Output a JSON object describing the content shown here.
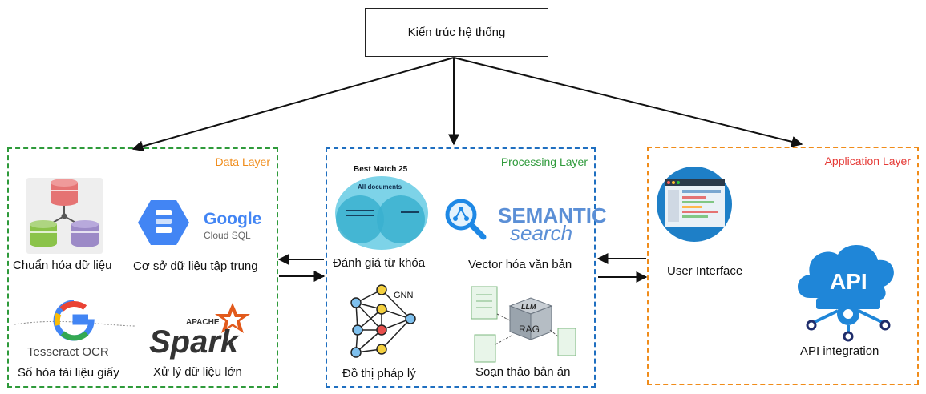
{
  "root": {
    "label": "Kiến trúc hệ thống"
  },
  "layers": {
    "data": {
      "title": "Data Layer",
      "title_color": "#f08c1a",
      "border_color": "#2e9a3a",
      "items": {
        "normalize": "Chuẩn hóa dữ liệu",
        "central_db": "Cơ sở dữ liệu tập  trung",
        "digitize": "Số hóa  tài liệu giấy",
        "big_data": "Xử lý dữ liệu lớn"
      },
      "logos": {
        "google": "Google",
        "cloud_sql": "Cloud SQL",
        "tesseract": "Tesseract OCR",
        "apache": "APACHE",
        "spark": "Spark"
      }
    },
    "processing": {
      "title": "Processing Layer",
      "title_color": "#2e9a3a",
      "border_color": "#1f6fc0",
      "items": {
        "keyword_eval": "Đánh giá từ khóa",
        "vectorize": "Vector hóa văn bản",
        "legal_graph": "Đồ thị pháp lý",
        "draft_verdict": "Soạn thảo bản án"
      },
      "logos": {
        "bm25_title": "Best Match 25",
        "all_documents": "All documents",
        "semantic": "SEMANTIC",
        "search": "search",
        "gnn": "GNN",
        "llm": "LLM",
        "rag": "RAG"
      }
    },
    "application": {
      "title": "Application Layer",
      "title_color": "#e53935",
      "border_color": "#f08c1a",
      "items": {
        "ui": "User Interface",
        "api_integration": "API integration"
      },
      "logos": {
        "api": "API"
      }
    }
  }
}
